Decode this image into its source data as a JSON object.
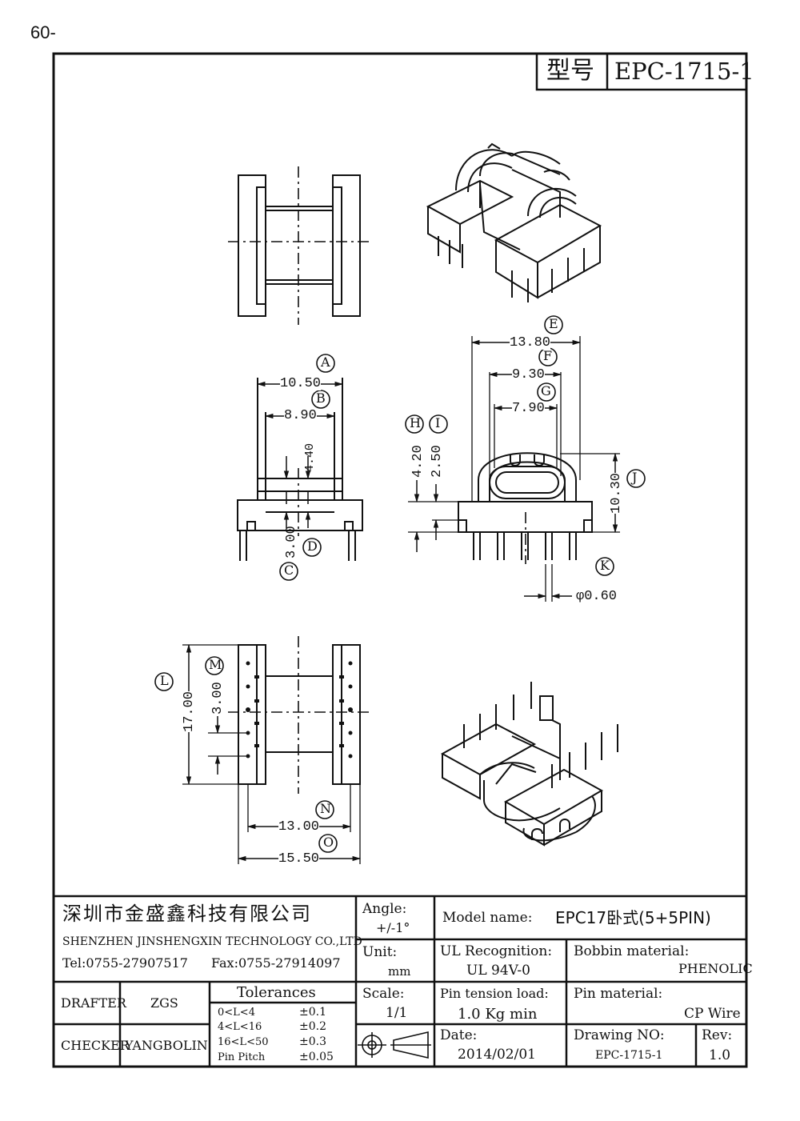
{
  "page_corner": "60-",
  "model_box": {
    "label": "型号",
    "value": "EPC-1715-1"
  },
  "dimensions": {
    "A": "A",
    "B": "B",
    "C": "C",
    "D": "D",
    "E": "E",
    "F": "F",
    "G": "G",
    "H": "H",
    "I": "I",
    "J": "J",
    "K": "K",
    "L": "L",
    "M": "M",
    "N": "N",
    "O": "O",
    "a_val": "10.50",
    "b_val": "8.90",
    "c_val": "4.40",
    "d_val": "3.00",
    "e_val": "13.80",
    "f_val": "9.30",
    "g_val": "7.90",
    "h_val": "4.20",
    "i_val": "2.50",
    "j_val": "10.30",
    "k_val": "φ0.60",
    "l_val": "17.00",
    "m_val": "3.00",
    "n_val": "13.00",
    "o_val": "15.50"
  },
  "title_block": {
    "company_cn": "深圳市金盛鑫科技有限公司",
    "company_en": "SHENZHEN JINSHENGXIN TECHNOLOGY CO.,LTD",
    "tel": "Tel:0755-27907517",
    "fax": "Fax:0755-27914097",
    "drafter_label": "DRAFTER",
    "drafter_value": "ZGS",
    "checker_label": "CHECKER",
    "checker_value": "YANGBOLIN",
    "tolerances_label": "Tolerances",
    "tolerances": [
      {
        "range": "0<L<4",
        "value": "±0.1"
      },
      {
        "range": "4<L<16",
        "value": "±0.2"
      },
      {
        "range": "16<L<50",
        "value": "±0.3"
      },
      {
        "range": "Pin Pitch",
        "value": "±0.05"
      }
    ],
    "angle_label": "Angle:",
    "angle_value": "+/-1°",
    "unit_label": "Unit:",
    "unit_value": "mm",
    "scale_label": "Scale:",
    "scale_value": "1/1",
    "model_name_label": "Model name:",
    "model_name_value": "EPC17卧式(5+5PIN)",
    "ul_label": "UL Recognition:",
    "ul_value": "UL 94V-0",
    "bobbin_label": "Bobbin material:",
    "bobbin_value": "PHENOLIC",
    "pin_tension_label": "Pin tension load:",
    "pin_tension_value": "1.0 Kg min",
    "pin_material_label": "Pin material:",
    "pin_material_value": "CP Wire",
    "date_label": "Date:",
    "date_value": "2014/02/01",
    "drawing_no_label": "Drawing NO:",
    "drawing_no_value": "EPC-1715-1",
    "rev_label": "Rev:",
    "rev_value": "1.0"
  }
}
